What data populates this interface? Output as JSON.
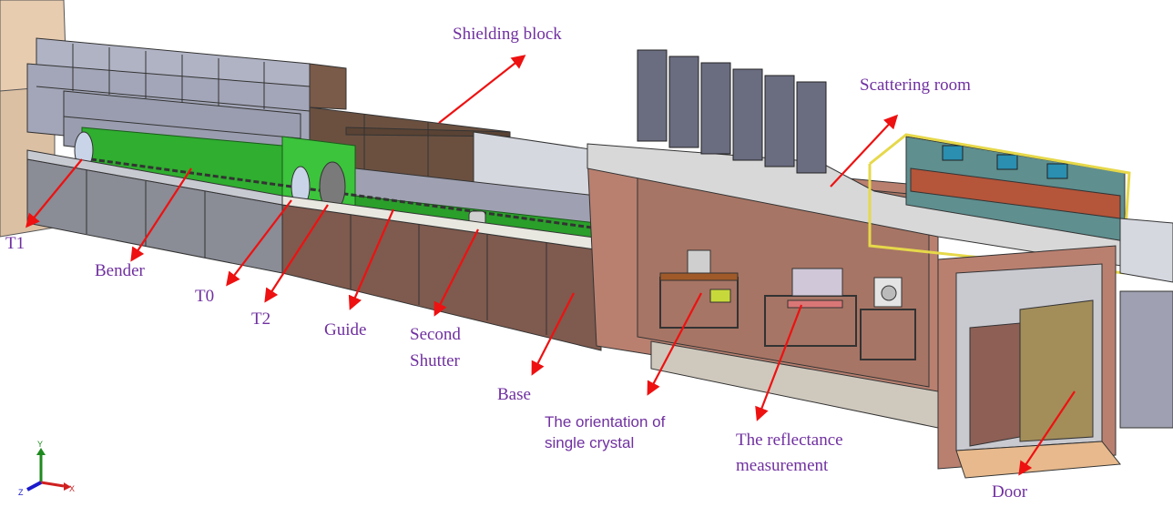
{
  "figure": {
    "subject": "Neutron instrument beamline layout (3D CAD model)",
    "colors": {
      "label": "#7030a0",
      "arrow": "#ee1111",
      "shield_grey": "#a3a6b8",
      "shield_brown": "#6b5040",
      "room_wall": "#b98070",
      "guide_green": "#2fae2f",
      "base_grey": "#8a8c96",
      "rail_yellow": "#e6d84a",
      "door_olive": "#a38e5a"
    }
  },
  "labels": {
    "t1": "T1",
    "bender": "Bender",
    "t0": "T0",
    "t2": "T2",
    "guide": "Guide",
    "second_shutter_line1": "Second",
    "second_shutter_line2": "Shutter",
    "base": "Base",
    "shielding_block": "Shielding block",
    "scattering_room": "Scattering room",
    "orientation_line1": "The orientation of",
    "orientation_line2": "single crystal",
    "reflectance_line1": "The reflectance",
    "reflectance_line2": "measurement",
    "door": "Door"
  },
  "axes_triad": {
    "x": "X",
    "y": "Y",
    "z": "Z"
  }
}
